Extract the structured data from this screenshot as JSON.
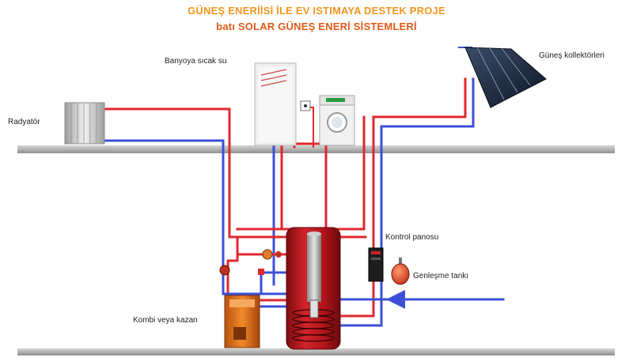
{
  "title": {
    "line1": "GÜNEŞ ENERİİSİ İLE EV ISTIMAYA DESTEK PROJE",
    "line2": "batı SOLAR GÜNEŞ ENERİ SİSTEMLERİ"
  },
  "labels": {
    "radiator": "Radyatör",
    "bath_hot_water": "Banyoya sıcak su",
    "solar_collectors": "Güneş kollektörleri",
    "control_panel": "Kontrol panosu",
    "expansion_tank": "Genleşme tankı",
    "boiler": "Kombi veya kazan"
  },
  "colors": {
    "title_line1": "#f0951e",
    "title_line2": "#e05a1a",
    "hot_pipe": "#e0282c",
    "cold_pipe": "#3c4fd8",
    "floor": "#b8b8b8",
    "tank_red": "#b8141a",
    "boiler_orange": "#e07018",
    "panel_dark": "#1c2a3e"
  },
  "icons": {
    "radiator": "radiator-icon",
    "water_heater": "water-heater-icon",
    "washing_machine": "washing-machine-icon",
    "solar_panel": "solar-panel-icon",
    "storage_tank": "storage-tank-icon",
    "boiler": "boiler-icon",
    "control_box": "control-box-icon",
    "expansion_tank": "expansion-tank-icon",
    "pump": "pump-icon"
  }
}
